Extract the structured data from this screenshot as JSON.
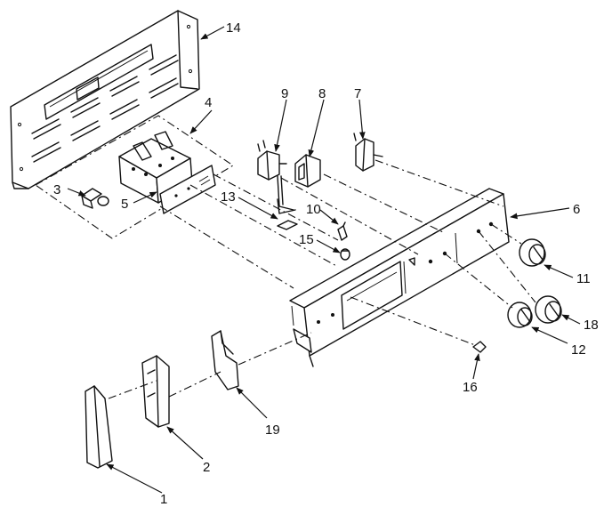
{
  "callouts": {
    "p1": "1",
    "p2": "2",
    "p3": "3",
    "p4": "4",
    "p5": "5",
    "p6": "6",
    "p7": "7",
    "p8": "8",
    "p9": "9",
    "p10": "10",
    "p11": "11",
    "p12": "12",
    "p13": "13",
    "p14": "14",
    "p15": "15",
    "p16": "16",
    "p18": "18",
    "p19": "19"
  }
}
